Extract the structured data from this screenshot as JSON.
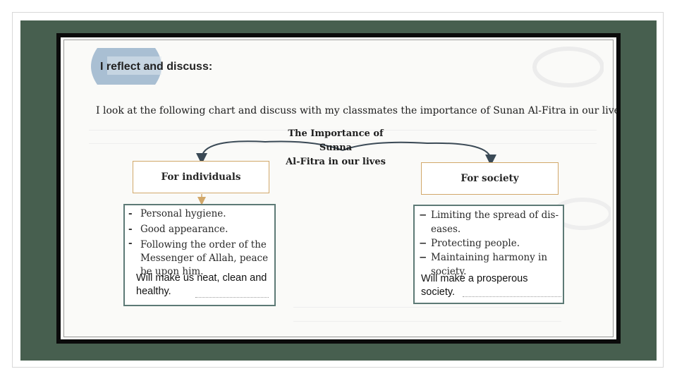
{
  "heading": "I reflect and discuss:",
  "instruction": "I look at the following chart and discuss with my classmates the importance of Sunan Al-Fitra in our lives:",
  "chart_title_line1": "The Importance of Sunna",
  "chart_title_line2": "Al-Fitra in our lives",
  "individuals": {
    "label": "For individuals",
    "points": [
      {
        "marker": "-",
        "text": "Personal hygiene."
      },
      {
        "marker": "-",
        "text": "Good appearance."
      },
      {
        "marker": "-",
        "text": "Following the order of the Messenger of Allah, peace be upon him."
      }
    ],
    "answer": "Will make us neat, clean and healthy."
  },
  "society": {
    "label": "For society",
    "points": [
      {
        "marker": "−",
        "text": "Limiting the spread of dis-eases."
      },
      {
        "marker": "−",
        "text": "Protecting people."
      },
      {
        "marker": "−",
        "text": "Maintaining harmony in society."
      }
    ],
    "answer": "Will make a prosperous society."
  },
  "colors": {
    "background_panel": "#475f4f",
    "category_border": "#d2a86a",
    "detail_border": "#5d7a76",
    "banner_fill": "#a9bfd3"
  }
}
